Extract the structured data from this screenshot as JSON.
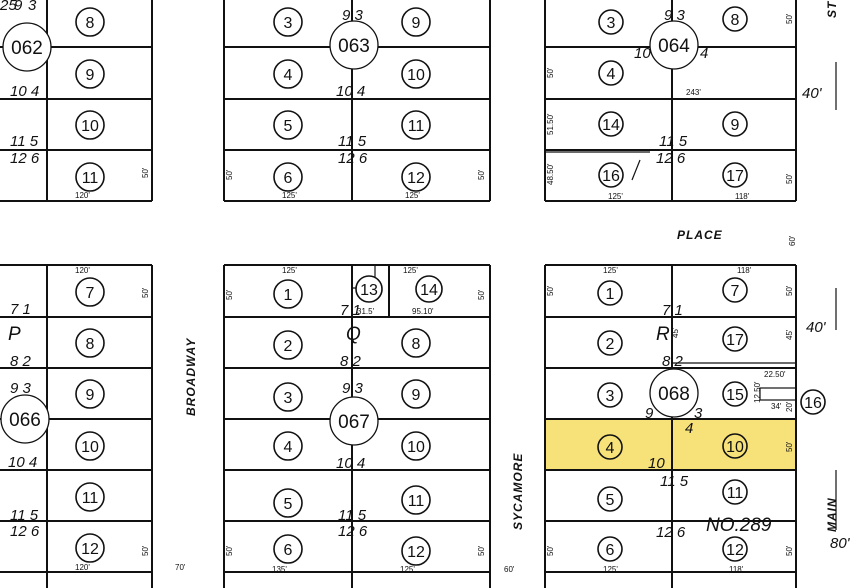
{
  "streets": {
    "place": "PLACE",
    "broadway": "BROADWAY",
    "sycamore": "SYCAMORE",
    "main": "MAIN",
    "st_top": "ST"
  },
  "blocks": {
    "p": "P",
    "q": "Q",
    "r": "R"
  },
  "tract": "NO.289",
  "parcels": {
    "p062": "062",
    "p063": "063",
    "p064": "064",
    "p066": "066",
    "p067": "067",
    "p068": "068"
  },
  "lots": {
    "n1": "1",
    "n2": "2",
    "n3": "3",
    "n4": "4",
    "n5": "5",
    "n6": "6",
    "n7": "7",
    "n8": "8",
    "n9": "9",
    "n10": "10",
    "n11": "11",
    "n12": "12",
    "n13": "13",
    "n14": "14",
    "n15": "15",
    "n16": "16",
    "n17": "17"
  },
  "pairs": {
    "p93": "9 3",
    "p104": "10 4",
    "p115": "11 5",
    "p126": "12 6",
    "p71": "7 1",
    "p82": "8 2",
    "p25": "25"
  },
  "dims": {
    "d120": "120'",
    "d125": "125'",
    "d118": "118'",
    "d50": "50'",
    "d40": "40'",
    "d243": "243'",
    "d51_50": "51.50'",
    "d48_50": "48.50'",
    "d31_5": "31.5'",
    "d95_10": "95.10'",
    "d45": "45'",
    "d22_50": "22.50'",
    "d12_50": "12.50'",
    "d34": "34'",
    "d20": "20'",
    "d70": "70'",
    "d60": "60'",
    "d80": "80'",
    "d135": "135'",
    "d3": "3",
    "d4": "4"
  },
  "highlight_color": "#f7e27a"
}
